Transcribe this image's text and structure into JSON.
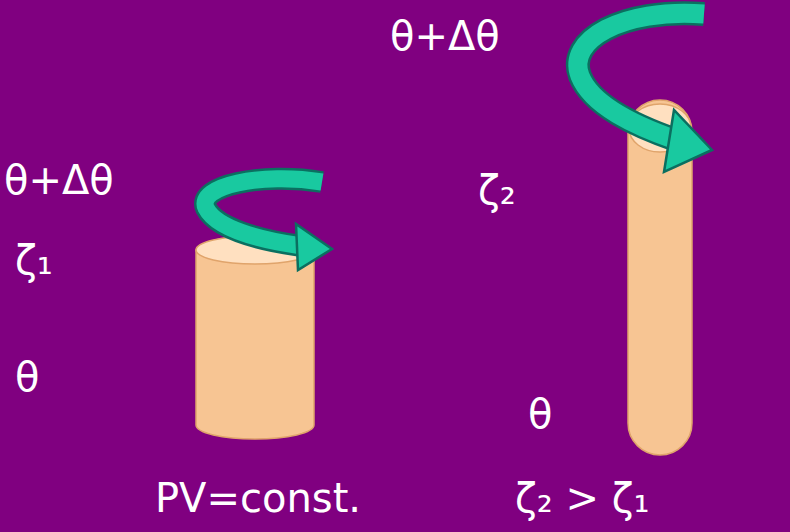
{
  "diagram": {
    "labels": [
      "θ+Δθ",
      "θ+Δθ",
      "ζ₁",
      "θ",
      "ζ₂",
      "θ",
      "PV=const.",
      "ζ₂ > ζ₁"
    ]
  }
}
